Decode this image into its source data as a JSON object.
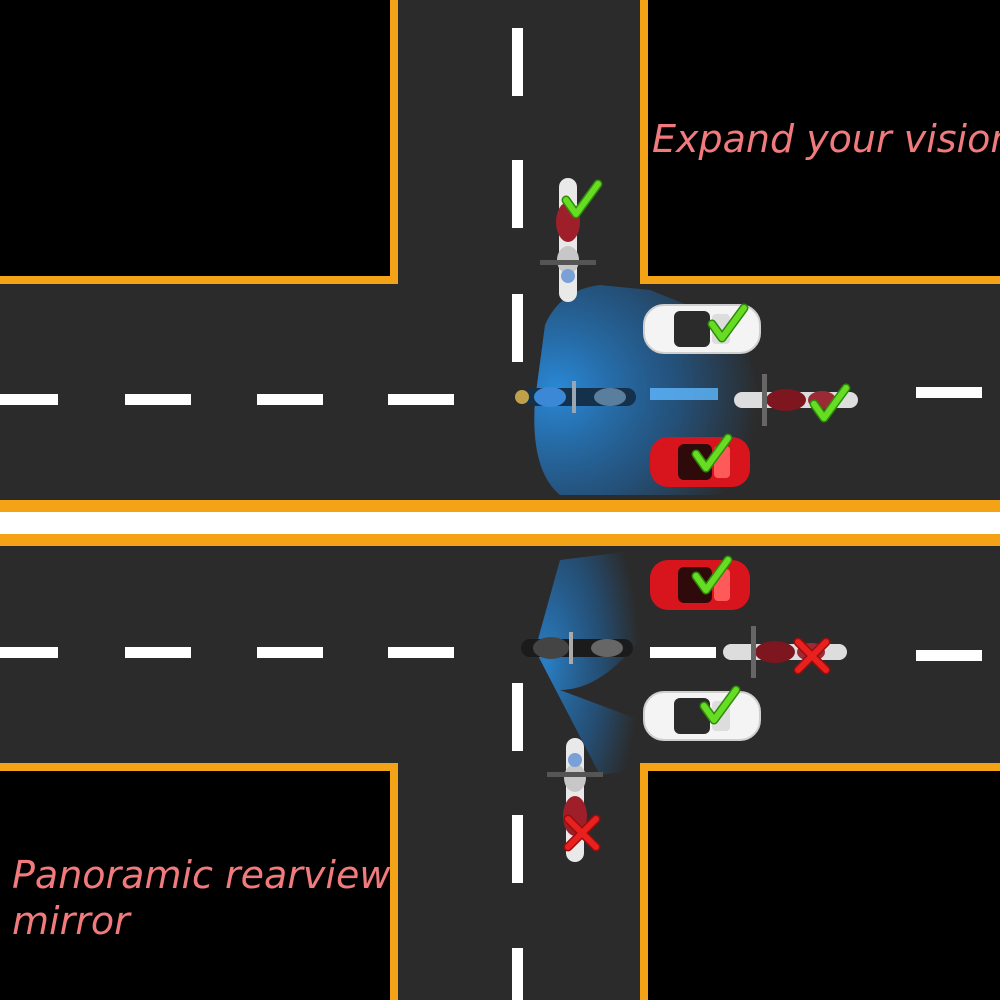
{
  "top_caption": "Expand your vision",
  "bottom_caption": "Panoramic rearview mirror",
  "colors": {
    "background": "#000000",
    "road": "#2b2b2b",
    "curb": "#f5a316",
    "lane_marking": "#ffffff",
    "caption": "#f07a7c",
    "vision_zone": "#1e7fd0",
    "check_mark": "#5fd01e",
    "cross_mark": "#e01b1b",
    "white_car": "#f4f4f4",
    "red_car": "#d8141c"
  },
  "icons": [
    "check-icon",
    "cross-icon",
    "motorcycle-icon",
    "car-icon"
  ],
  "scenes": [
    {
      "name": "top-scene",
      "visible_vehicles": 5,
      "hidden_vehicles": 0
    },
    {
      "name": "bottom-scene",
      "visible_vehicles": 3,
      "hidden_vehicles": 2
    }
  ]
}
